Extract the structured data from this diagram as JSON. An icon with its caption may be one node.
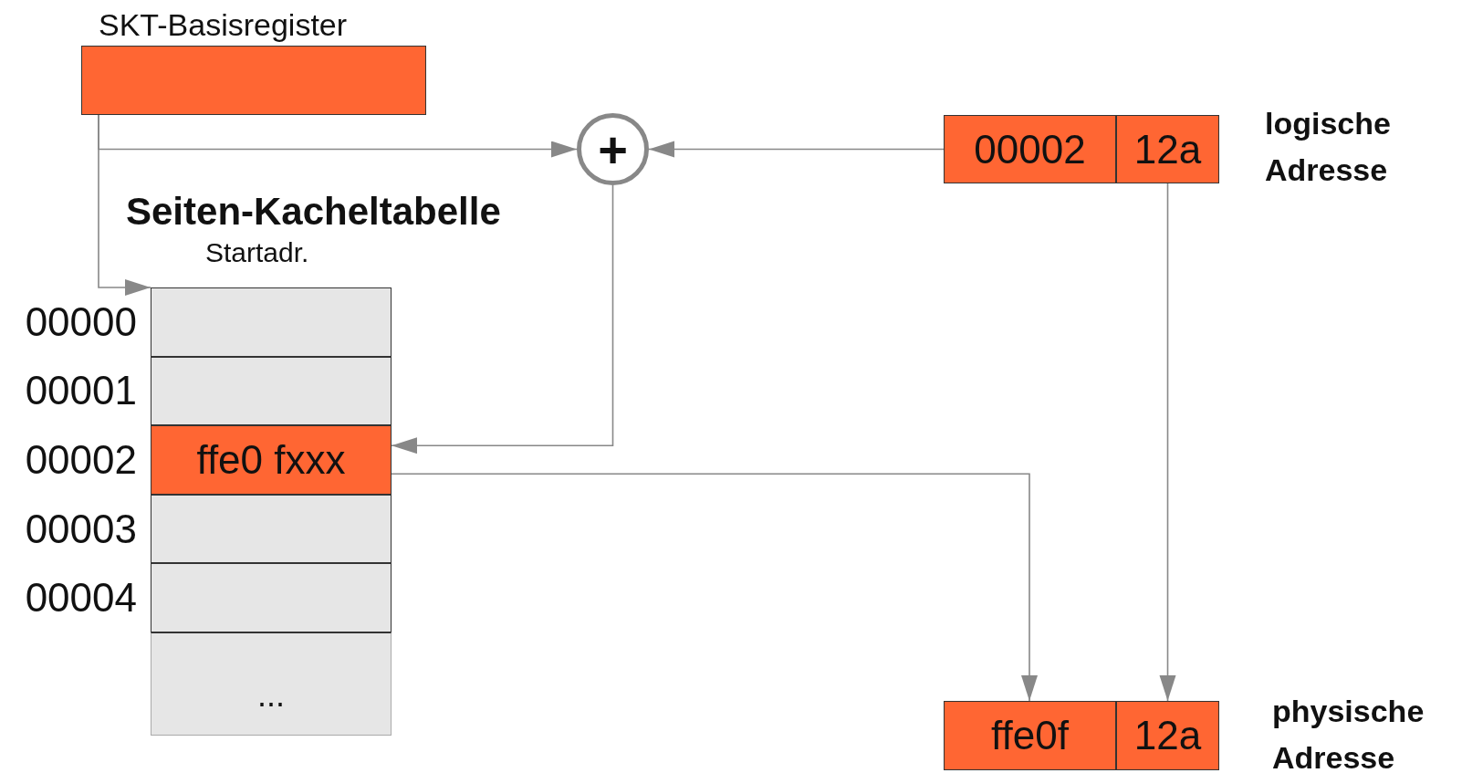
{
  "diagram": {
    "nodes": [
      {
        "text": [
          "SKT-Basisregister"
        ]
      },
      {
        "text": [
          "+"
        ]
      },
      {
        "text": [
          "00002"
        ]
      },
      {
        "text": [
          "12a"
        ]
      },
      {
        "text": [
          "Seiten-Kacheltabelle",
          "Startadr."
        ]
      },
      {
        "text": [],
        "shape": "box",
        "in": 4,
        "beside": [
          "00000"
        ]
      },
      {
        "text": [],
        "shape": "box",
        "in": 4,
        "beside": [
          "00001"
        ]
      },
      {
        "text": [
          "ffe0 fxxx"
        ],
        "in": 4,
        "beside": [
          "00002"
        ]
      },
      {
        "text": [],
        "shape": "box",
        "in": 4,
        "beside": [
          "00003"
        ]
      },
      {
        "text": [],
        "shape": "box",
        "in": 4,
        "beside": [
          "00004"
        ]
      },
      {
        "text": [
          "..."
        ],
        "in": 4
      },
      {
        "text": [
          "ffe0f"
        ]
      },
      {
        "text": [
          "12a"
        ]
      }
    ],
    "edges": [
      {
        "from": 0,
        "to": 1,
        "arrow": "to"
      },
      {
        "from": 0,
        "to": 5,
        "arrow": "to"
      },
      {
        "from": 2,
        "to": 1,
        "arrow": "to"
      },
      {
        "from": 1,
        "to": 7,
        "arrow": "to"
      },
      {
        "from": 7,
        "to": 11,
        "arrow": "to"
      },
      {
        "from": 3,
        "to": 12,
        "arrow": "to"
      }
    ],
    "labels": [
      "logische Adresse",
      "physische Adresse"
    ]
  }
}
